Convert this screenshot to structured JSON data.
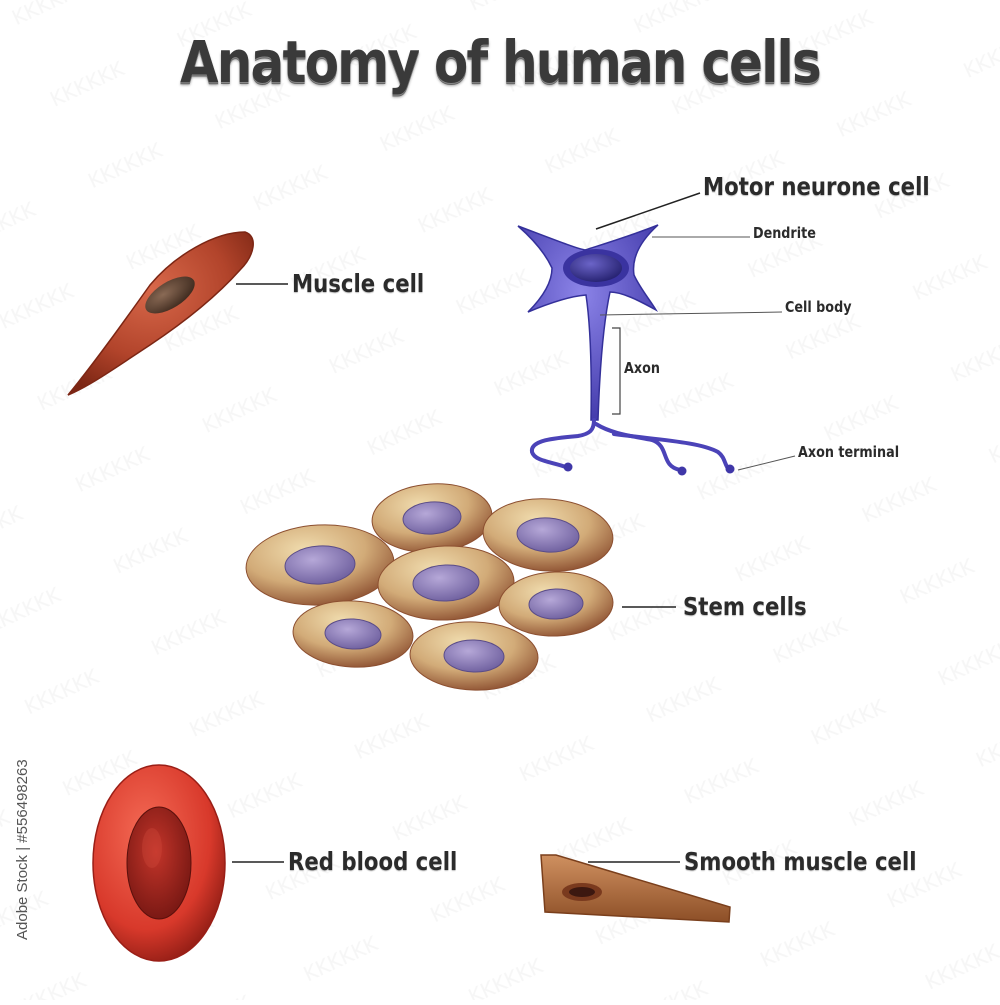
{
  "title": "Anatomy of human cells",
  "labels": {
    "motor_neurone": "Motor neurone cell",
    "dendrite": "Dendrite",
    "cell_body": "Cell body",
    "axon": "Axon",
    "axon_terminal": "Axon terminal",
    "muscle_cell": "Muscle cell",
    "stem_cells": "Stem cells",
    "red_blood_cell": "Red blood cell",
    "smooth_muscle_cell": "Smooth muscle cell"
  },
  "watermark_id": "Adobe Stock | #556498263",
  "colors": {
    "neuron": "#5b52c4",
    "muscle": "#b2442b",
    "stem_outer": "#c9a06a",
    "stem_nucleus": "#8a7bb5",
    "red_blood": "#e04535",
    "smooth_muscle": "#b3703e"
  }
}
